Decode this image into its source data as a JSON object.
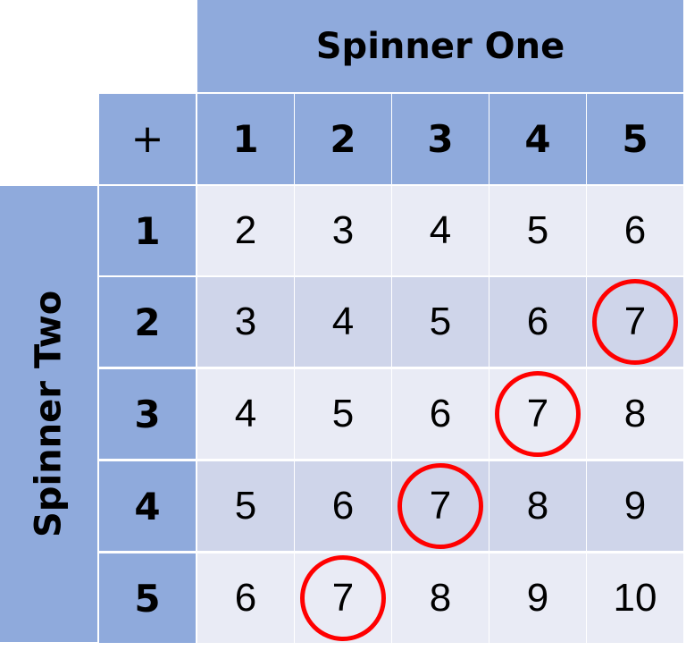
{
  "table": {
    "title_top": "Spinner One",
    "title_left": "Spinner Two",
    "corner": "+",
    "col_headers": [
      "1",
      "2",
      "3",
      "4",
      "5"
    ],
    "row_headers": [
      "1",
      "2",
      "3",
      "4",
      "5"
    ],
    "rows": [
      [
        "2",
        "3",
        "4",
        "5",
        "6"
      ],
      [
        "3",
        "4",
        "5",
        "6",
        "7"
      ],
      [
        "4",
        "5",
        "6",
        "7",
        "8"
      ],
      [
        "5",
        "6",
        "7",
        "8",
        "9"
      ],
      [
        "6",
        "7",
        "8",
        "9",
        "10"
      ]
    ],
    "highlighted_value": "7",
    "highlighted_cells": [
      [
        1,
        4
      ],
      [
        2,
        3
      ],
      [
        3,
        2
      ],
      [
        4,
        1
      ]
    ],
    "colors": {
      "header": "#8FAADC",
      "row_light": "#E9EBF5",
      "row_dark": "#CFD5EA",
      "circle": "#FF0000"
    }
  }
}
